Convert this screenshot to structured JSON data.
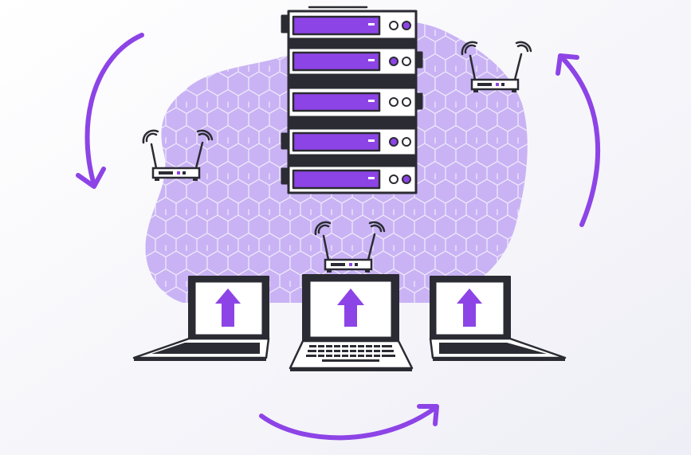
{
  "colors": {
    "background_top": "#ffffff",
    "background_bottom": "#eeeef6",
    "blob": "#c9b3f4",
    "hex_lines": "#ffffff",
    "accent": "#8d44e6",
    "outline": "#2b2b33",
    "device_fill": "#ffffff",
    "bezel": "#2b2b33"
  },
  "icons": {
    "server": "server-rack-icon",
    "router": "wifi-router-icon",
    "laptop": "laptop-icon",
    "upload": "upload-arrow-icon",
    "cycle": "circular-arrow-icon"
  },
  "server_unit_count": 5,
  "router_count": 3,
  "laptop_count": 3
}
